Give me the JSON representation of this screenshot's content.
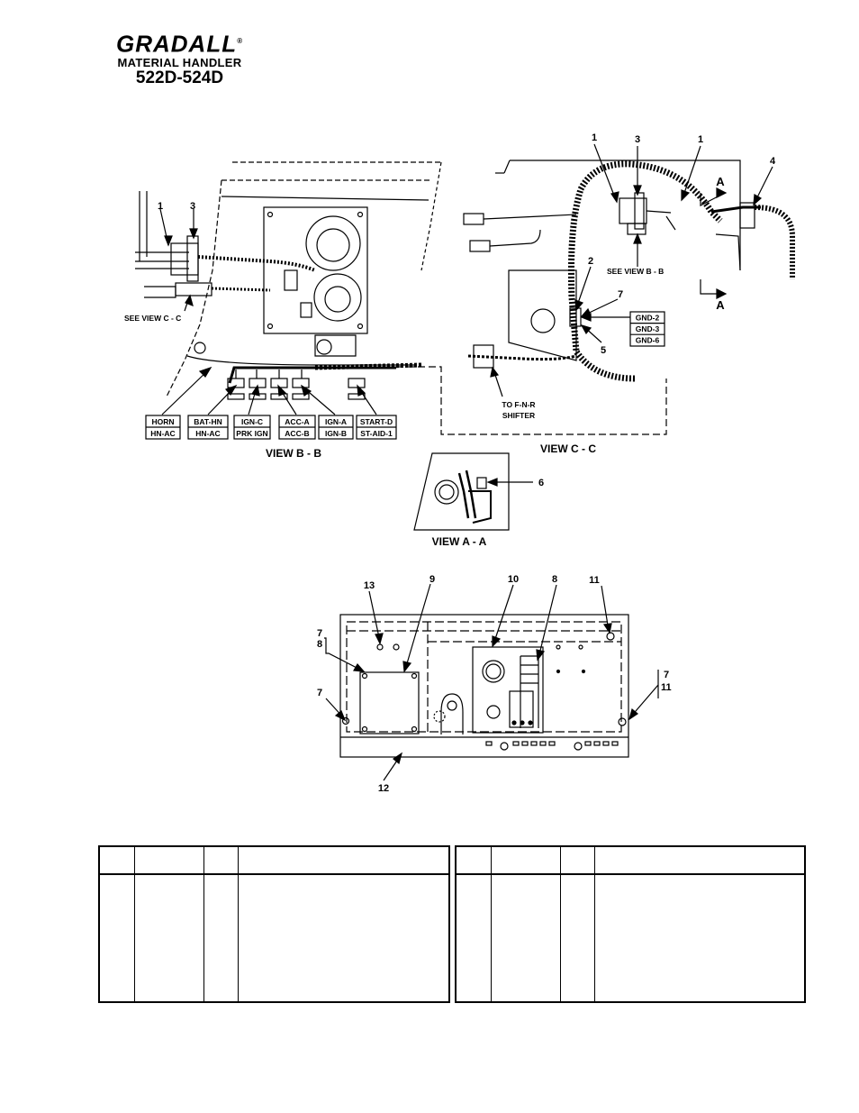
{
  "header": {
    "brand": "GRADALL",
    "brand_mark": "®",
    "product": "MATERIAL HANDLER",
    "model": "522D-524D"
  },
  "view_b": {
    "title": "VIEW B - B",
    "see_ref": "SEE VIEW C - C",
    "callouts": [
      "1",
      "3"
    ],
    "labels": [
      [
        "HORN",
        "HN-AC"
      ],
      [
        "BAT-HN",
        "HN-AC"
      ],
      [
        "IGN-C",
        "PRK IGN"
      ],
      [
        "ACC-A",
        "ACC-B"
      ],
      [
        "IGN-A",
        "IGN-B"
      ],
      [
        "START-D",
        "ST-AID-1"
      ]
    ]
  },
  "view_c": {
    "title": "VIEW C - C",
    "see_ref": "SEE VIEW B - B",
    "shifter_line1": "TO F-N-R",
    "shifter_line2": "SHIFTER",
    "section_mark": "A",
    "gnd": [
      "GND-2",
      "GND-3",
      "GND-6"
    ],
    "callouts": [
      "1",
      "3",
      "1",
      "4",
      "2",
      "7",
      "5"
    ]
  },
  "view_a": {
    "title": "VIEW A - A",
    "callout": "6"
  },
  "panel": {
    "callouts": {
      "c13": "13",
      "c9": "9",
      "c10": "10",
      "c8": "8",
      "c11": "11",
      "c7a": "7",
      "c8a": "8",
      "c7b": "7",
      "c7c": "7",
      "c11c": "11",
      "c12": "12"
    }
  },
  "parts_table": {
    "rows_visible": 0
  }
}
